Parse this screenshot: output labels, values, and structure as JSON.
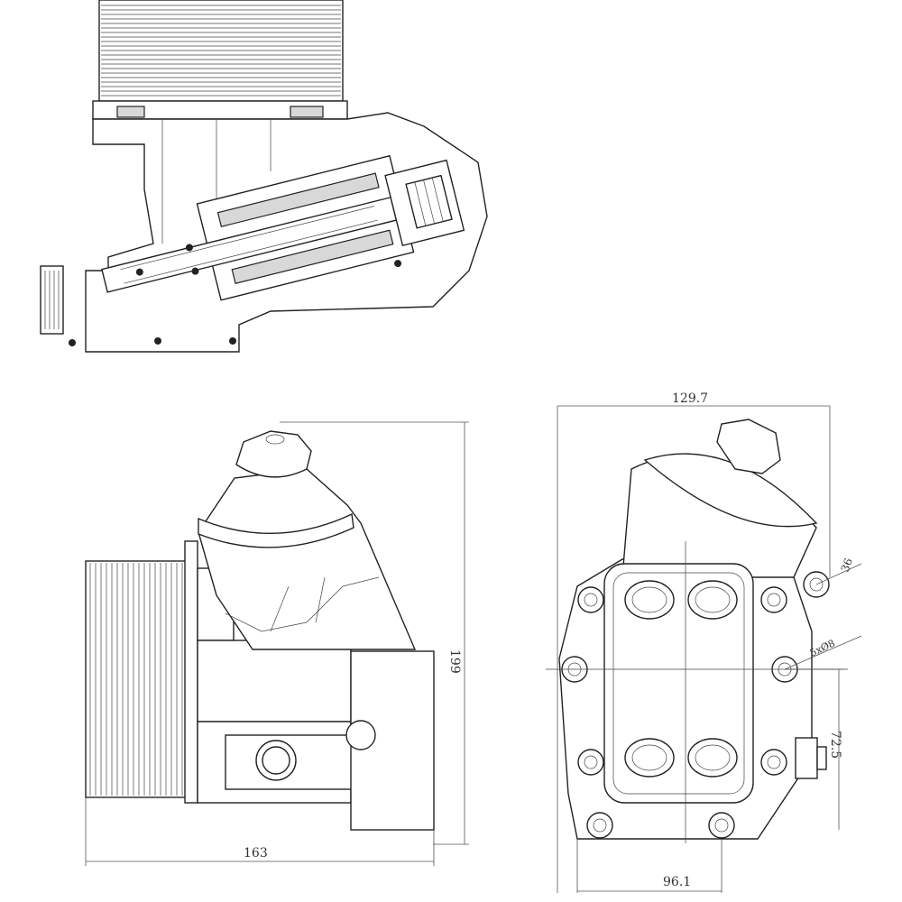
{
  "dimensions": {
    "height_side": "199",
    "width_side": "163",
    "width_front": "129.7",
    "base_front": "96.1",
    "offset_front": "72.5",
    "hole_diameter": "36",
    "bolt_holes": "5xØ8"
  }
}
